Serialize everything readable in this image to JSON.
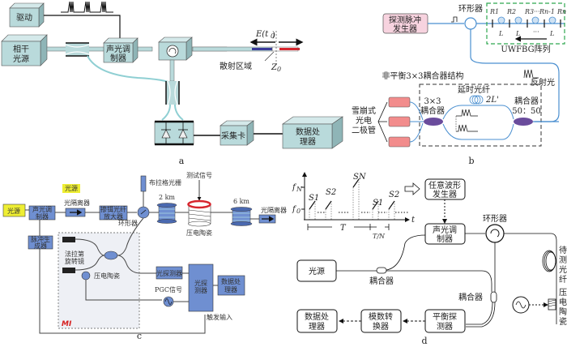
{
  "panels": {
    "a": {
      "caption": "a",
      "drive": "驱动",
      "coherent_source": [
        "相干",
        "光源"
      ],
      "aom": [
        "声光调",
        "制器"
      ],
      "scatter_region": "散射区域",
      "field_label": "E(t",
      "field_sub": "0",
      "z_label": "Z",
      "z_sub": "0",
      "daq": "采集卡",
      "processor": [
        "数据处",
        "理器"
      ],
      "colors": {
        "box": "#b9dadb",
        "fiber": "#8fcfd3",
        "blue_seg": "#3b3b9a",
        "red_seg": "#d7262e"
      }
    },
    "b": {
      "caption": "b",
      "pulse_gen": [
        "探测脉冲",
        "发生器"
      ],
      "circulator": "环形器",
      "array_label": "UWFBG阵列",
      "gratings": [
        "R1",
        "R2",
        "R3",
        "···",
        "Rn-1",
        "Rn"
      ],
      "spacing": "L",
      "ellipsis": "···",
      "structure_title": "非平衡3×3耦合器结构",
      "coupler3": [
        "3×3",
        "耦合器"
      ],
      "delay_fiber": "延时光纤",
      "delay_len": "2L'",
      "coupler_5050": [
        "耦合器",
        "50：50"
      ],
      "reflected": "反射光",
      "apd": [
        "雪崩式",
        "光电",
        "二极管"
      ],
      "colors": {
        "pulse_box": "#f7d3df",
        "apd_box": "#f28c8c",
        "dashed_green": "#2fa84f",
        "fiber": "#4a8fd0",
        "coupler": "#6a4c9c"
      }
    },
    "c": {
      "caption": "c",
      "source_top": "光源",
      "source": "光源",
      "aom": [
        "声光调",
        "制器"
      ],
      "isolator": "光隔离器",
      "edfa": [
        "掺铒光纤",
        "放大器"
      ],
      "circulator": "环形器",
      "bragg": "布拉格光栅",
      "km1": "2 km",
      "test_signal": "测试信号",
      "pzt": "压电陶瓷",
      "km2": "6 km",
      "isolator2": "光隔离器",
      "pulse_gen": [
        "脉冲生",
        "成器"
      ],
      "faraday": [
        "法拉第",
        "旋转镜"
      ],
      "pzt2": "压电陶瓷",
      "detector_small": "光探测器",
      "detector_big": [
        "光探",
        "测器"
      ],
      "processor": [
        "数据处",
        "理器"
      ],
      "pgc": "PGC信号",
      "trigger": "触发输入",
      "mi": "MI",
      "colors": {
        "box": "#6f8fd1",
        "yellow": "#eeee33",
        "mi_bg": "#eef0f5",
        "mi_text": "#d62020"
      }
    },
    "d": {
      "caption": "d",
      "chart": {
        "y_labels": [
          "f",
          "f"
        ],
        "y_subs": [
          "N",
          "0"
        ],
        "x_label": "t",
        "pulses": [
          "S1",
          "S2",
          "SN",
          "S1",
          "S2"
        ],
        "period": "T",
        "sub_period": "T/N"
      },
      "awg": [
        "任意波形",
        "发生器"
      ],
      "aom": [
        "声光调",
        "制器"
      ],
      "circulator": "环形器",
      "source": "光源",
      "coupler1": "耦合器",
      "coupler2": "耦合器",
      "fiber_under_test": [
        "待",
        "测",
        "光",
        "纤"
      ],
      "pzt": [
        "压",
        "电",
        "陶",
        "瓷"
      ],
      "balanced": [
        "平衡探",
        "测器"
      ],
      "adc": [
        "模数转",
        "换器"
      ],
      "processor": [
        "数据处",
        "理器"
      ]
    }
  }
}
